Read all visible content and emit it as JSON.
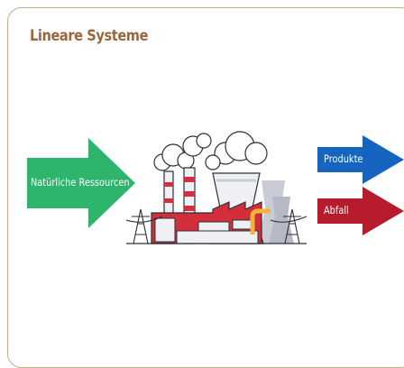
{
  "title": "Lineare Systeme",
  "input": {
    "label": "Natürliche Ressourcen",
    "color": "#2fb46e"
  },
  "outputs": [
    {
      "label": "Produkte",
      "color": "#1565c0"
    },
    {
      "label": "Abfall",
      "color": "#b71c2c"
    }
  ],
  "factory": {
    "icon": "factory-illustration"
  }
}
